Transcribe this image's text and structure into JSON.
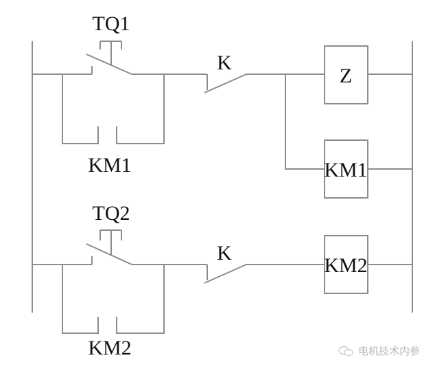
{
  "diagram": {
    "type": "ladder-control-circuit",
    "colors": {
      "wire": "#8c8c8c",
      "text": "#111111",
      "watermark": "#b8b8b8"
    },
    "rungs": [
      {
        "pushbutton_label": "TQ1",
        "holding_contact_label": "KM1",
        "switch_label": "K",
        "coils": [
          "Z",
          "KM1"
        ]
      },
      {
        "pushbutton_label": "TQ2",
        "holding_contact_label": "KM2",
        "switch_label": "K",
        "coils": [
          "KM2"
        ]
      }
    ]
  },
  "watermark": {
    "icon": "wechat-icon",
    "text": "电机技术内参"
  }
}
